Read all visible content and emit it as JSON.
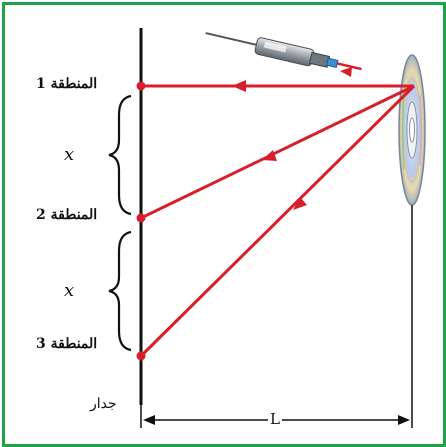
{
  "zones": [
    {
      "label": "المنطقة 1"
    },
    {
      "label": "المنطقة 2"
    },
    {
      "label": "المنطقة 3"
    }
  ],
  "spacing_label": "x",
  "wall_label": "جدار",
  "distance_label": "L",
  "colors": {
    "frame": "#1fa34a",
    "beam": "#d81e28",
    "wall": "#111111"
  },
  "icons": [
    "laser-pointer-icon",
    "compact-disc-icon"
  ]
}
